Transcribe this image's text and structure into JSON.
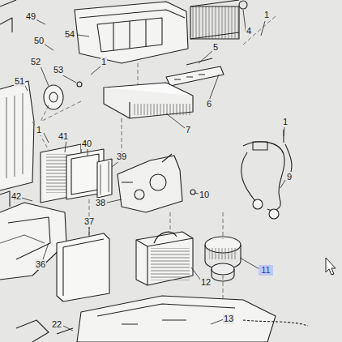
{
  "diagram": {
    "labels": [
      "49",
      "50",
      "54",
      "1",
      "4",
      "1",
      "5",
      "52",
      "53",
      "51",
      "6",
      "7",
      "1",
      "1",
      "41",
      "40",
      "39",
      "9",
      "42",
      "38",
      "10",
      "37",
      "36",
      "12",
      "11",
      "22",
      "13"
    ]
  }
}
